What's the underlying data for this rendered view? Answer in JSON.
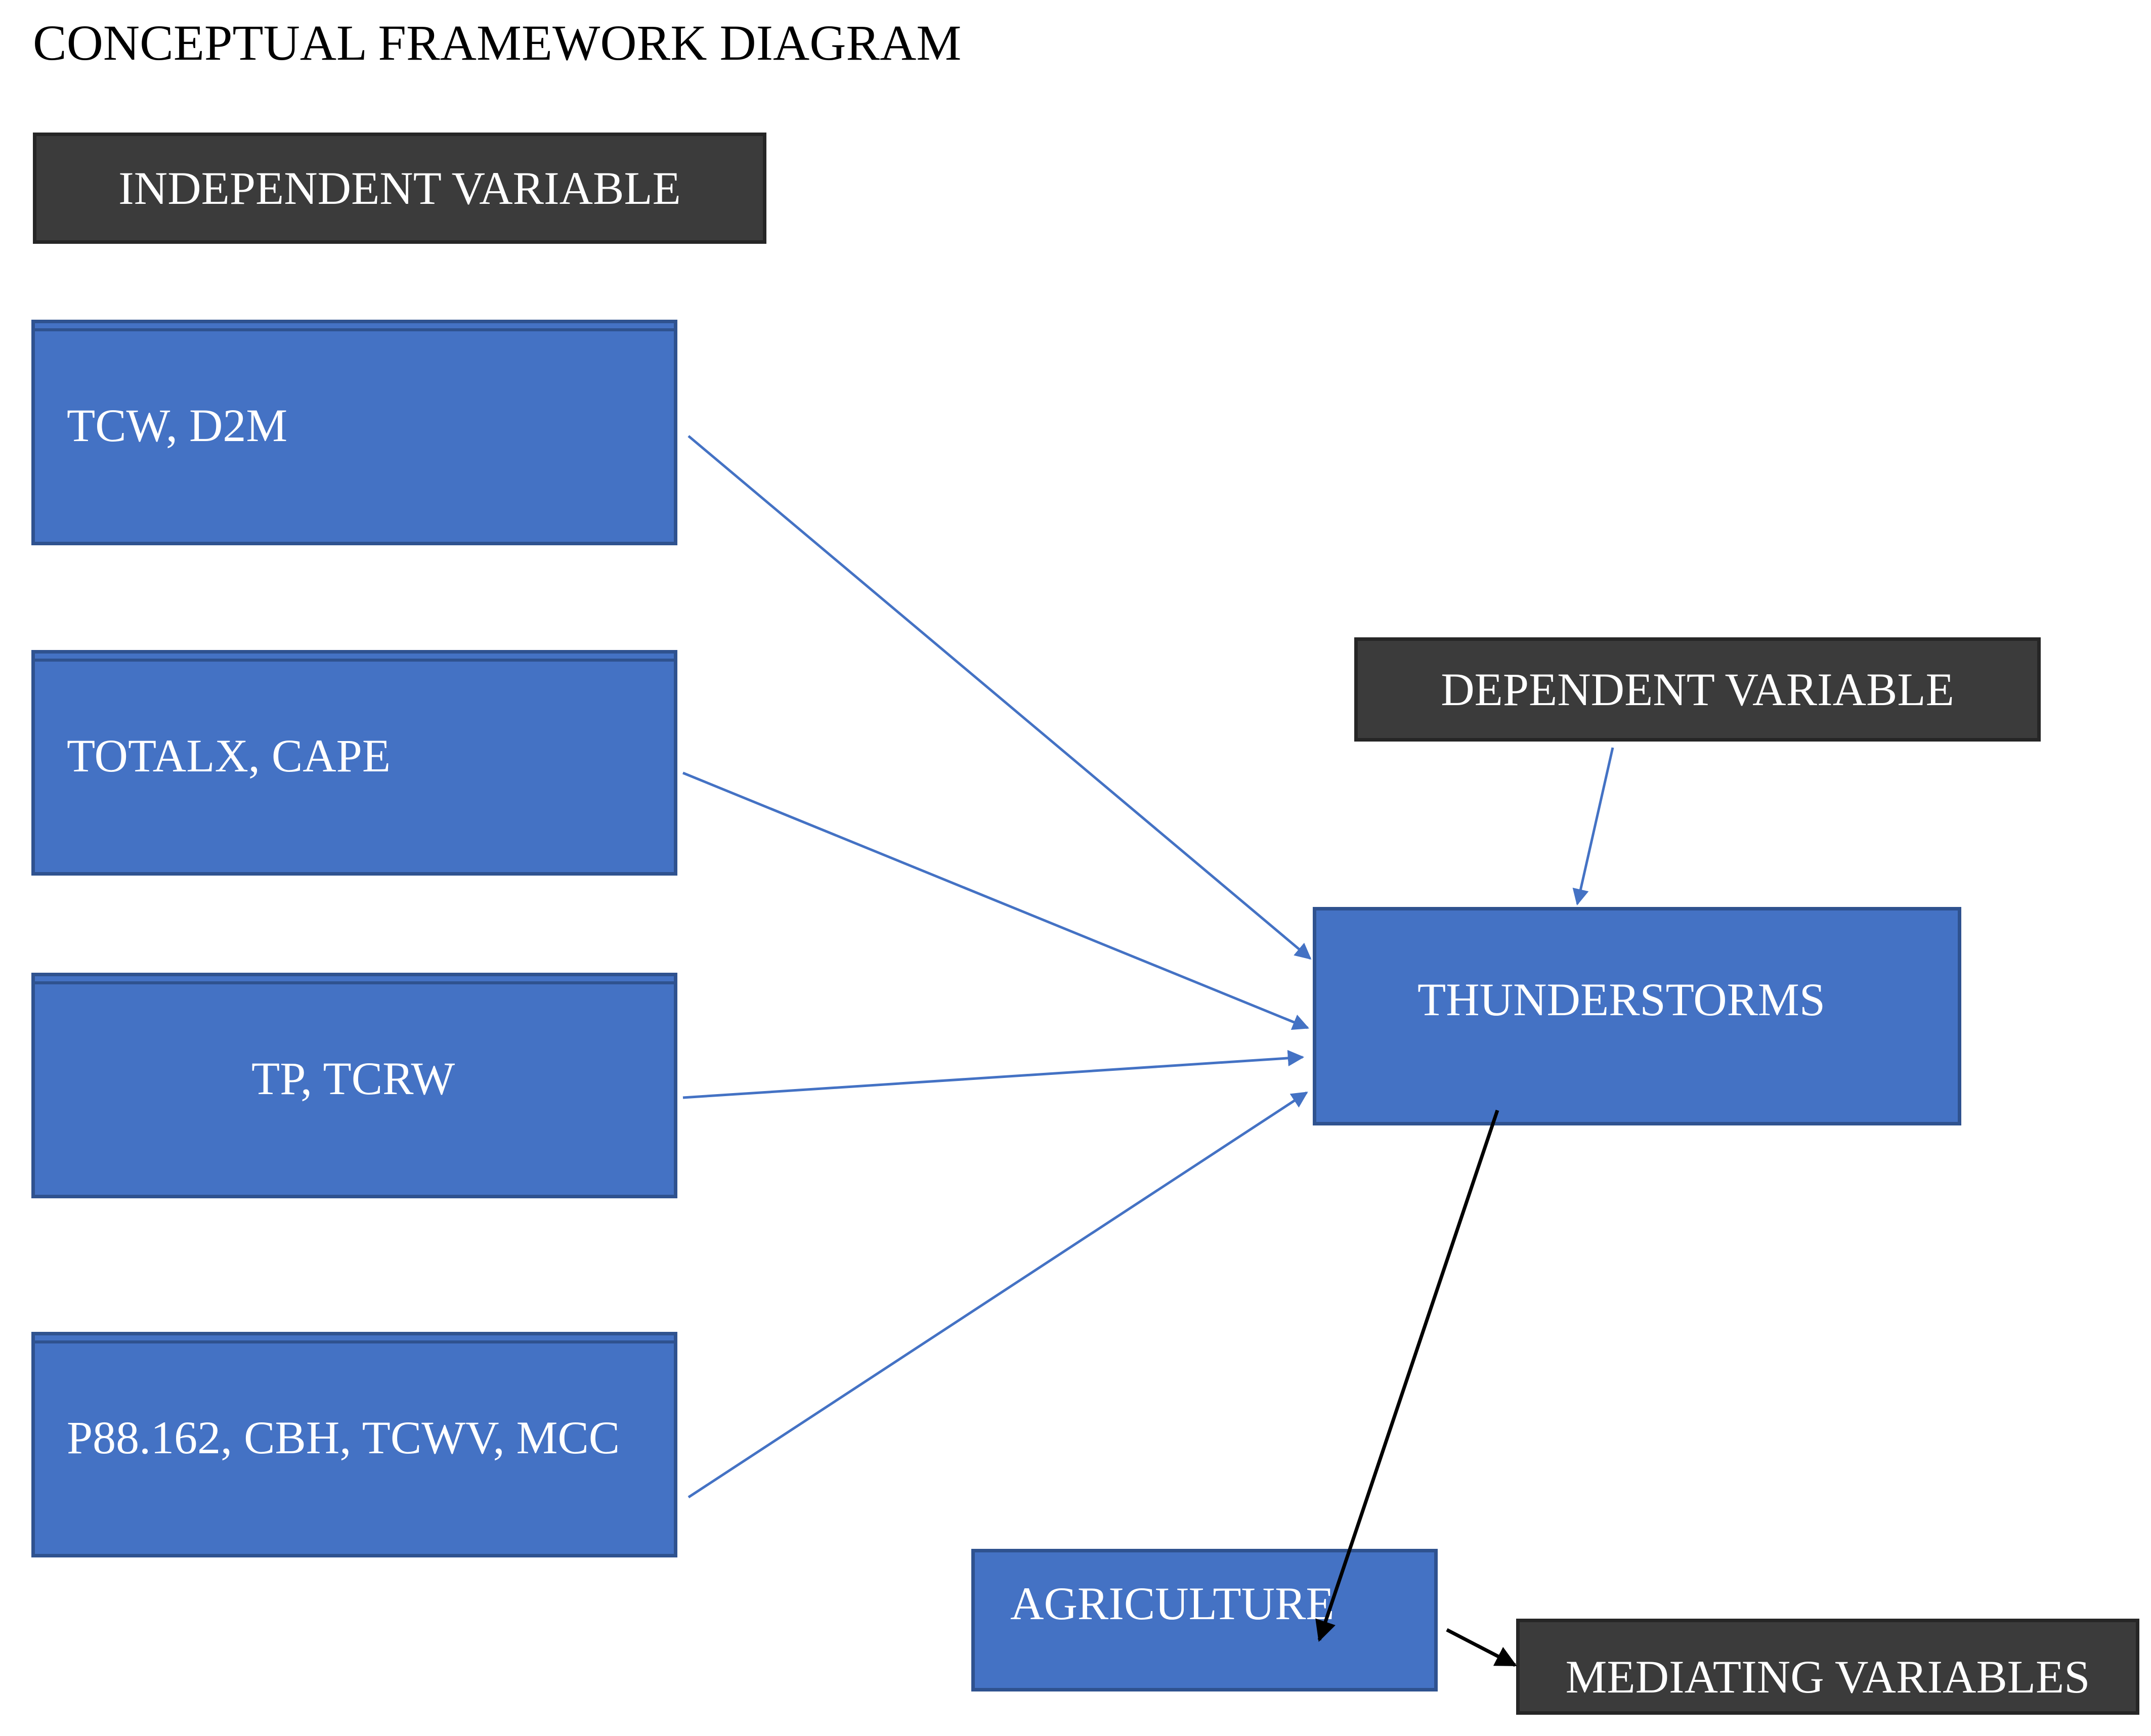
{
  "title": "CONCEPTUAL FRAMEWORK DIAGRAM",
  "headers": {
    "independent": "INDEPENDENT VARIABLE",
    "dependent": "DEPENDENT VARIABLE",
    "mediating": "MEDIATING VARIABLES"
  },
  "independent_variables": [
    "TCW, D2M",
    "TOTALX, CAPE",
    "TP, TCRW",
    "P88.162, CBH, TCWV, MCC"
  ],
  "dependent_variable": "THUNDERSTORMS",
  "mediating_variable": "AGRICULTURE",
  "colors": {
    "node_fill": "#4472c4",
    "node_border": "#2f528f",
    "header_fill": "#3b3b3b",
    "link_blue": "#4472c4",
    "link_black": "#000000"
  }
}
